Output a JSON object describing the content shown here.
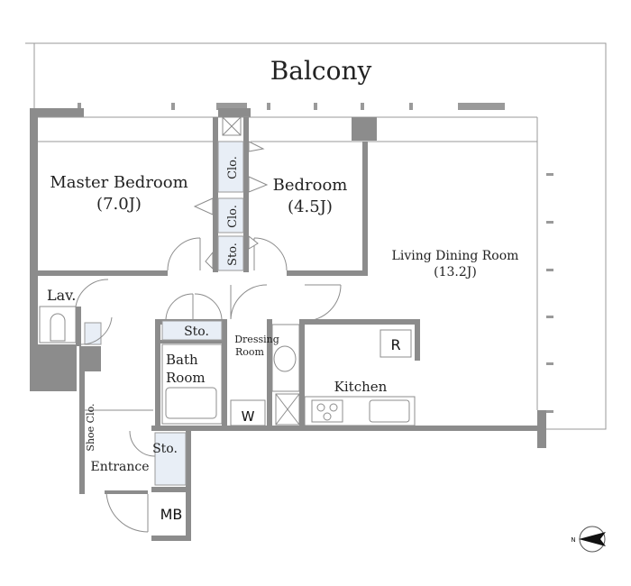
{
  "plan": {
    "balcony": "Balcony",
    "master_bedroom": {
      "name": "Master Bedroom",
      "size": "(7.0J)"
    },
    "bedroom": {
      "name": "Bedroom",
      "size": "(4.5J)"
    },
    "living": {
      "name": "Living Dining Room",
      "size": "(13.2J)"
    },
    "closet_1": "Clo.",
    "closet_2": "Clo.",
    "storage_1": "Sto.",
    "lavatory": "Lav.",
    "storage_2": "Sto.",
    "dressing": {
      "line1": "Dressing",
      "line2": "Room"
    },
    "refrigerator": "R",
    "bath": {
      "line1": "Bath",
      "line2": "Room"
    },
    "washer": "W",
    "kitchen": "Kitchen",
    "shoe_closet": "Shoe Clo.",
    "storage_3": "Sto.",
    "entrance": "Entrance",
    "meter_box": "MB",
    "compass": "N"
  },
  "colors": {
    "wall": "#8c8c8c",
    "line": "#9a9a9a",
    "storage_fill": "#e8eef6",
    "text": "#222222"
  }
}
